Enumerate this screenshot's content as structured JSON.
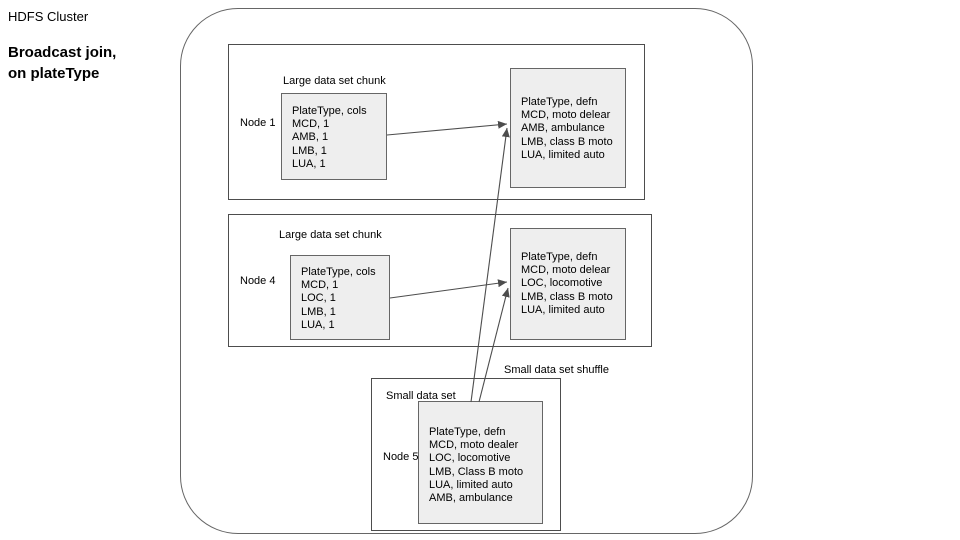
{
  "titles": {
    "cluster": "HDFS Cluster",
    "heading_line1": "Broadcast join,",
    "heading_line2": "on plateType"
  },
  "colors": {
    "gray_fill": "#eeeeee",
    "box_stroke": "#666666",
    "outline_stroke": "#666666",
    "arrow_stroke": "#4d4d4d",
    "text": "#000000",
    "background": "#ffffff"
  },
  "node_groups": [
    {
      "node_label": "Node 1",
      "caption": "Large data set chunk",
      "chunk_box": {
        "lines": [
          "PlateType, cols",
          "MCD, 1",
          "AMB, 1",
          "LMB, 1",
          "LUA, 1"
        ]
      },
      "defn_box": {
        "lines": [
          "PlateType, defn",
          "MCD, moto delear",
          "AMB, ambulance",
          "LMB, class B moto",
          "LUA, limited auto"
        ]
      }
    },
    {
      "node_label": "Node 4",
      "caption": "Large data set chunk",
      "chunk_box": {
        "lines": [
          "PlateType, cols",
          "MCD, 1",
          "LOC, 1",
          "LMB, 1",
          "LUA, 1"
        ]
      },
      "defn_box": {
        "lines": [
          "PlateType, defn",
          "MCD, moto delear",
          "LOC, locomotive",
          "LMB, class B moto",
          "LUA, limited auto"
        ]
      }
    }
  ],
  "small_data_node": {
    "node_label": "Node 5",
    "caption": "Small data set",
    "shuffle_label": "Small data set shuffle",
    "box": {
      "lines": [
        "PlateType, defn",
        "MCD, moto dealer",
        "LOC, locomotive",
        "LMB, Class B moto",
        "LUA, limited auto",
        "AMB, ambulance"
      ]
    }
  }
}
